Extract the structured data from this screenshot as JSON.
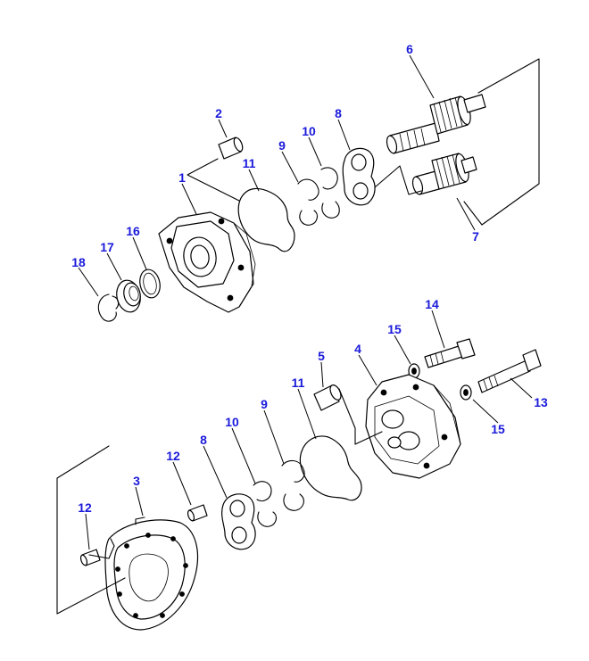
{
  "callouts": [
    {
      "id": "1",
      "text": "1"
    },
    {
      "id": "2",
      "text": "2"
    },
    {
      "id": "3",
      "text": "3"
    },
    {
      "id": "4",
      "text": "4"
    },
    {
      "id": "5",
      "text": "5"
    },
    {
      "id": "6",
      "text": "6"
    },
    {
      "id": "7",
      "text": "7"
    },
    {
      "id": "8a",
      "text": "8"
    },
    {
      "id": "8b",
      "text": "8"
    },
    {
      "id": "9a",
      "text": "9"
    },
    {
      "id": "9b",
      "text": "9"
    },
    {
      "id": "10a",
      "text": "10"
    },
    {
      "id": "10b",
      "text": "10"
    },
    {
      "id": "11a",
      "text": "11"
    },
    {
      "id": "11b",
      "text": "11"
    },
    {
      "id": "12a",
      "text": "12"
    },
    {
      "id": "12b",
      "text": "12"
    },
    {
      "id": "13",
      "text": "13"
    },
    {
      "id": "14",
      "text": "14"
    },
    {
      "id": "15a",
      "text": "15"
    },
    {
      "id": "15b",
      "text": "15"
    },
    {
      "id": "16",
      "text": "16"
    },
    {
      "id": "17",
      "text": "17"
    },
    {
      "id": "18",
      "text": "18"
    }
  ],
  "colors": {
    "callout": "#1a1adb",
    "line": "#000000",
    "background": "#ffffff"
  }
}
